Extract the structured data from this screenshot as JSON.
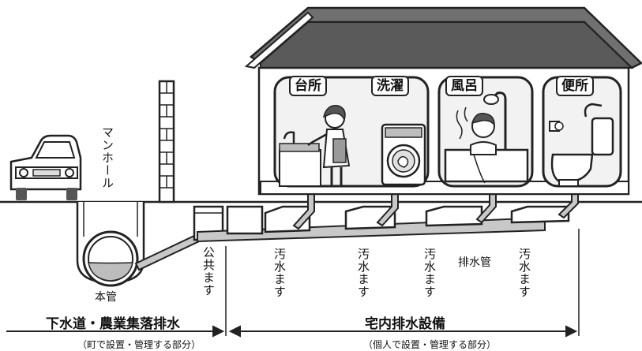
{
  "rooms": {
    "kitchen": "台所",
    "laundry": "洗濯",
    "bath": "風呂",
    "toilet": "便所"
  },
  "labels": {
    "manhole": "マンホール",
    "main_pipe": "本管",
    "public_basin": "公共ます",
    "sewage_basin": "汚水ます",
    "drain_pipe": "排水管"
  },
  "sections": {
    "public": {
      "title": "下水道・農業集落排水",
      "subtitle": "（町で設置・管理する部分）"
    },
    "private": {
      "title": "宅内排水設備",
      "subtitle": "（個人で設置・管理する部分）"
    }
  },
  "colors": {
    "outline": "#222222",
    "roof": "#707070",
    "ground": "#d6d6d6",
    "pipe": "#c8c8c8",
    "room_bg": "#f2f2f2"
  }
}
